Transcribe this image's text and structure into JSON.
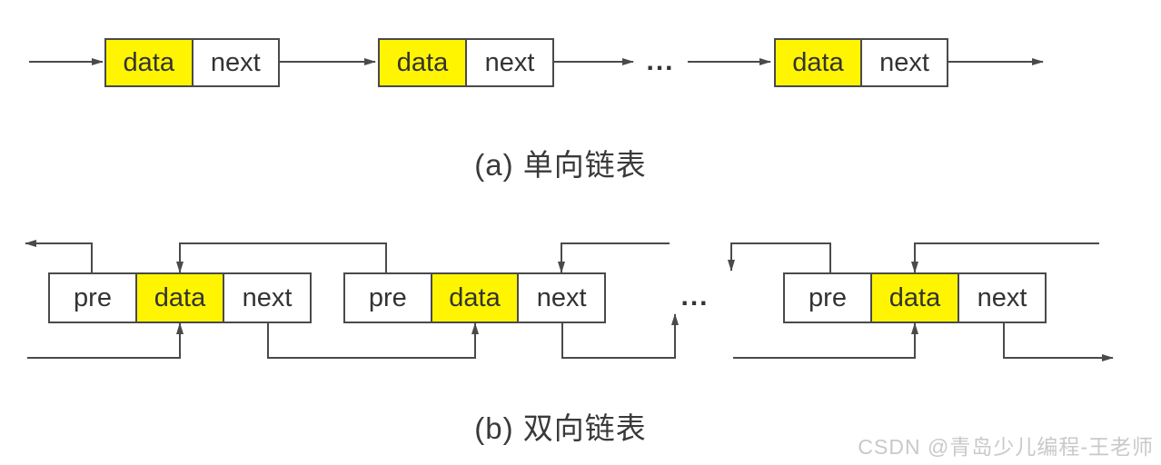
{
  "singly_list": {
    "caption": "(a) 单向链表",
    "ellipsis": "...",
    "nodes": [
      {
        "data": "data",
        "next": "next"
      },
      {
        "data": "data",
        "next": "next"
      },
      {
        "data": "data",
        "next": "next"
      }
    ]
  },
  "doubly_list": {
    "caption": "(b) 双向链表",
    "ellipsis": "...",
    "nodes": [
      {
        "pre": "pre",
        "data": "data",
        "next": "next"
      },
      {
        "pre": "pre",
        "data": "data",
        "next": "next"
      },
      {
        "pre": "pre",
        "data": "data",
        "next": "next"
      }
    ]
  },
  "watermark": "CSDN @青岛少儿编程-王老师",
  "colors": {
    "highlight_cell": "#FFF500",
    "box_border": "#4A4A4A",
    "arrow": "#4A4A4A",
    "label_text": "#333333",
    "watermark_text": "#C9C9C9"
  }
}
